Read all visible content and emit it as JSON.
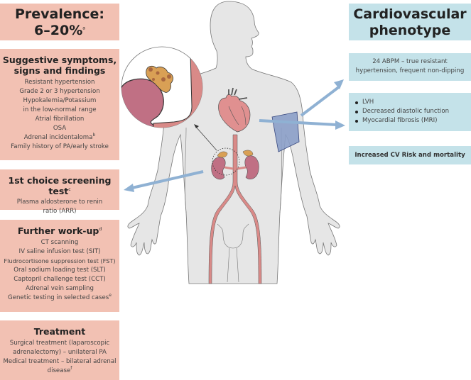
{
  "left_panels": {
    "prevalence": {
      "title": "Prevalence:",
      "value": "6–20%",
      "footnote": "a"
    },
    "symptoms": {
      "title_line1": "Suggestive symptoms,",
      "title_line2": "signs and findings",
      "items": [
        {
          "text": "Resistant hypertension",
          "footnote": ""
        },
        {
          "text": "Grade 2 or 3 hypertension",
          "footnote": ""
        },
        {
          "text": "Hypokalemia/Potassium",
          "footnote": ""
        },
        {
          "text": "in the low-normal range",
          "footnote": ""
        },
        {
          "text": "Atrial fibrillation",
          "footnote": ""
        },
        {
          "text": "OSA",
          "footnote": ""
        },
        {
          "text": "Adrenal incidentaloma",
          "footnote": "b"
        },
        {
          "text": "Family history of PA/early stroke",
          "footnote": ""
        }
      ]
    },
    "screening": {
      "title": "1st choice screening test",
      "footnote": "c",
      "items": [
        "Plasma aldosterone to renin",
        "ratio (ARR)"
      ]
    },
    "workup": {
      "title": "Further work-up",
      "footnote": "d",
      "items": [
        {
          "text": "CT scanning",
          "footnote": ""
        },
        {
          "text": "IV saline infusion test (SIT)",
          "footnote": ""
        },
        {
          "text": "Fludrocortisone suppression test (FST)",
          "footnote": ""
        },
        {
          "text": "Oral sodium loading test (SLT)",
          "footnote": ""
        },
        {
          "text": "Captopril challenge test (CCT)",
          "footnote": ""
        },
        {
          "text": "Adrenal vein sampling",
          "footnote": ""
        },
        {
          "text": "Genetic testing in selected cases",
          "footnote": "e"
        }
      ]
    },
    "treatment": {
      "title": "Treatment",
      "items": [
        {
          "text": "Surgical treatment (laparoscopic",
          "footnote": ""
        },
        {
          "text": "adrenalectomy) – unilateral PA",
          "footnote": ""
        },
        {
          "text": "Medical treatment – bilateral adrenal",
          "footnote": ""
        },
        {
          "text": "disease",
          "footnote": "f"
        }
      ]
    }
  },
  "right_panels": {
    "phenotype": {
      "title_line1": "Cardiovascular",
      "title_line2": "phenotype"
    },
    "abpm": {
      "lines": [
        "24 ABPM – true resistant",
        "hypertension, frequent non-dipping"
      ]
    },
    "findings": {
      "bullets": [
        "LVH",
        "Decreased diastolic function",
        "Myocardial fibrosis (MRI)"
      ]
    },
    "risk": {
      "text": "Increased CV Risk and mortality"
    }
  },
  "illustration": {
    "elements": [
      "human-body-silhouette",
      "heart",
      "aorta",
      "kidneys",
      "adrenal-glands",
      "adrenal-magnified-inset",
      "blood-pressure-cuff",
      "pointer-arrows"
    ],
    "colors": {
      "pink_panel": "#f2c1b3",
      "blue_panel": "#c4e2e9",
      "body": "#e6e6e6",
      "vessel": "#d98a88",
      "kidney": "#c07084",
      "adrenal": "#d9a055",
      "cuff": "#8b9ec8",
      "arrow": "#8fb1d3"
    }
  }
}
